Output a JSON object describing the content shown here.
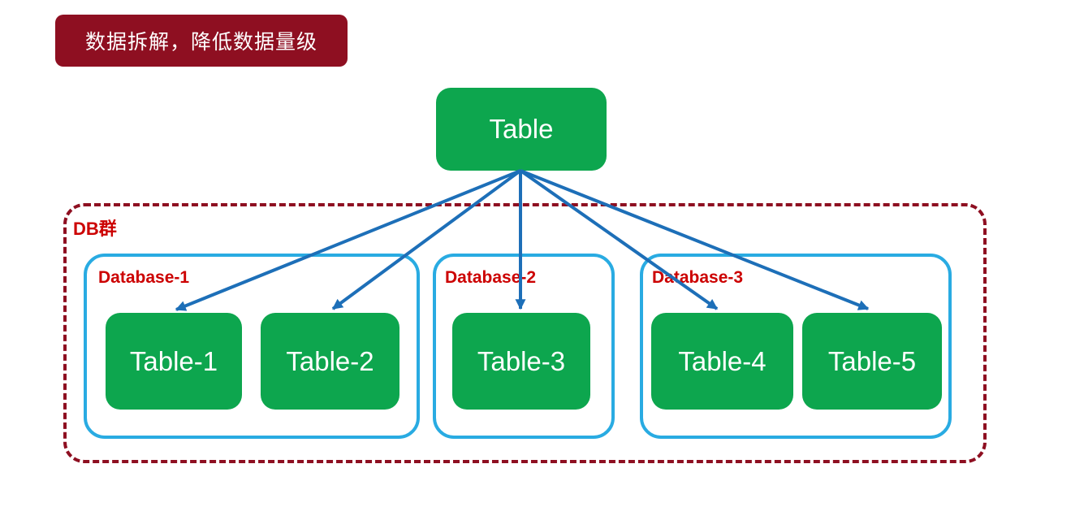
{
  "banner": {
    "text": "数据拆解，降低数据量级"
  },
  "root_table": {
    "label": "Table"
  },
  "cluster": {
    "label": "DB群"
  },
  "databases": [
    {
      "label": "Database-1",
      "tables": [
        "Table-1",
        "Table-2"
      ]
    },
    {
      "label": "Database-2",
      "tables": [
        "Table-3"
      ]
    },
    {
      "label": "Database-3",
      "tables": [
        "Table-4",
        "Table-5"
      ]
    }
  ],
  "connections": [
    {
      "from": "Table",
      "to": "Table-1"
    },
    {
      "from": "Table",
      "to": "Table-2"
    },
    {
      "from": "Table",
      "to": "Table-3"
    },
    {
      "from": "Table",
      "to": "Table-4"
    },
    {
      "from": "Table",
      "to": "Table-5"
    }
  ],
  "colors": {
    "maroon": "#8E0F21",
    "label_red": "#CC0000",
    "node_green": "#0DA64E",
    "db_border": "#29ABE2",
    "arrow_blue": "#1D6FB8",
    "node_text": "#FFFFFF",
    "page_bg": "#FFFFFF"
  }
}
